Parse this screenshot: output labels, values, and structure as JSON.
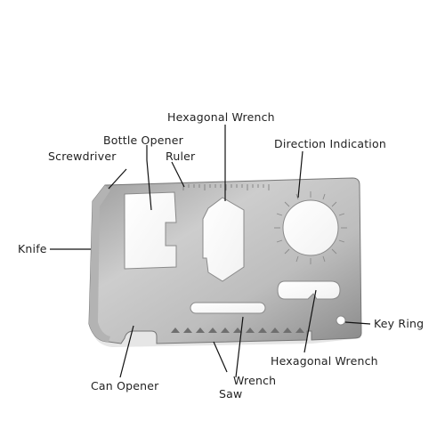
{
  "labels": {
    "hex_wrench_top": "Hexagonal Wrench",
    "bottle_opener": "Bottle Opener",
    "direction_indication": "Direction Indication",
    "screwdriver": "Screwdriver",
    "ruler": "Ruler",
    "knife": "Knife",
    "key_ring": "Key Ring",
    "hex_wrench_bottom": "Hexagonal Wrench",
    "can_opener": "Can Opener",
    "wrench": "Wrench",
    "saw": "Saw"
  },
  "colors": {
    "card_light": "#cfcfcf",
    "card_dark": "#8e8e8e",
    "line": "#111111",
    "text": "#222222"
  }
}
